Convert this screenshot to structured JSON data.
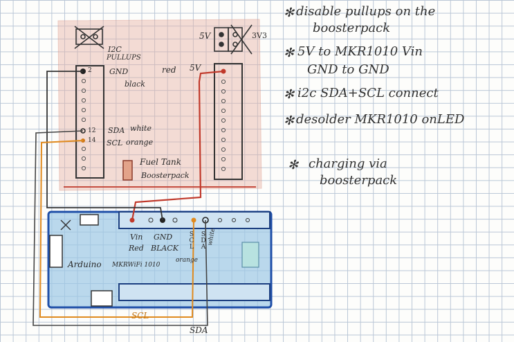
{
  "notes": [
    {
      "bullet": "✻",
      "lines": [
        "disable pullups on the",
        "boosterpack"
      ]
    },
    {
      "bullet": "✻",
      "lines": [
        "5V to MKR1010 Vin",
        "GND to GND"
      ]
    },
    {
      "bullet": "✻",
      "lines": [
        "i2c SDA+SCL connect"
      ]
    },
    {
      "bullet": "✻",
      "lines": [
        "desolder MKR1010 onLED"
      ]
    },
    {
      "bullet": "✻",
      "lines": [
        "charging via",
        "boosterpack"
      ]
    }
  ],
  "booster": {
    "i2c_label": "I2C",
    "pullups_label": "PULLUPS",
    "pin_2": "2",
    "gnd_label": "GND",
    "black_label": "black",
    "red_label": "red",
    "fivev_label": "5V",
    "pin_12": "12",
    "pin_14": "14",
    "sda_label": "SDA",
    "white_label": "white",
    "scl_label": "SCL",
    "orange_label": "orange",
    "fuel_label": "Fuel Tank",
    "booster_label": "Boosterpack"
  },
  "jumper": {
    "left_label": "5V",
    "right_label": "3V3"
  },
  "arduino": {
    "name_label": "Arduino",
    "model_label": "MKRWiFi 1010",
    "vin_label": "Vin",
    "gnd_label": "GND",
    "red_label": "Red",
    "black_label": "BLACK",
    "scl_vert": "SCL",
    "sda_vert": "SDA",
    "orange_label": "orange",
    "white_label": "white"
  },
  "bottom": {
    "scl_label": "SCL",
    "sda_label": "SDA"
  },
  "colors": {
    "red_wire": "#c0392b",
    "orange_wire": "#e08a1e",
    "board_fill": "#9cc7e6",
    "board_stroke": "#1f4fa8",
    "pencil": "#333333"
  }
}
